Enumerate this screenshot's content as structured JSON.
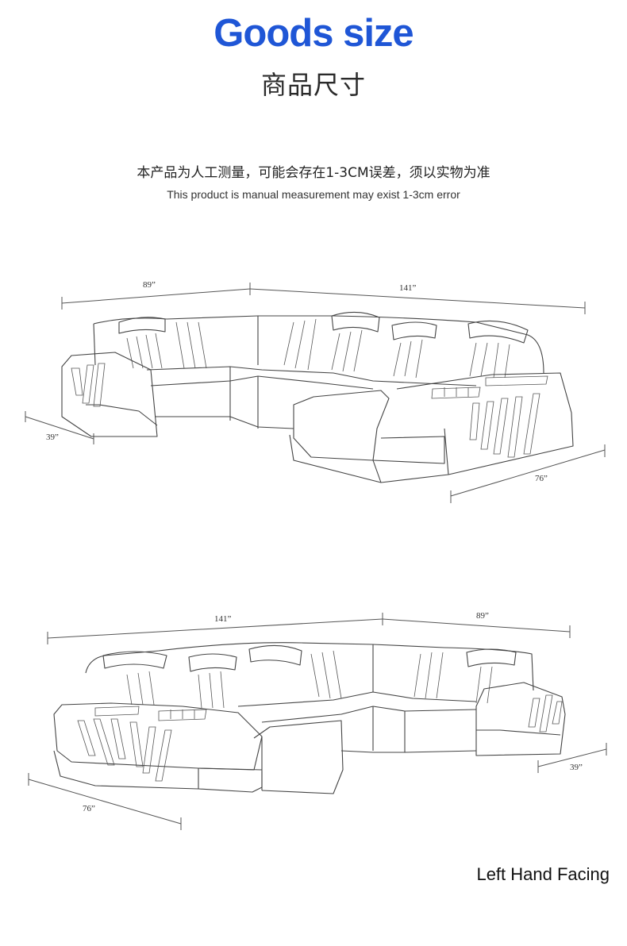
{
  "header": {
    "title": "Goods size",
    "subtitle_cn": "商品尺寸"
  },
  "note": {
    "cn": "本产品为人工测量，可能会存在1-3CM误差，须以实物为准",
    "en": "This product is manual measurement may exist 1-3cm error"
  },
  "diagram_top": {
    "dim_short_back": "89”",
    "dim_long_back": "141”",
    "dim_depth": "39”",
    "dim_chaise": "76”"
  },
  "diagram_bottom": {
    "dim_long_back": "141”",
    "dim_short_back": "89”",
    "dim_depth": "39”",
    "dim_chaise": "76”"
  },
  "caption": "Left Hand Facing",
  "colors": {
    "title_blue": "#1f56d6",
    "line": "#444444"
  }
}
